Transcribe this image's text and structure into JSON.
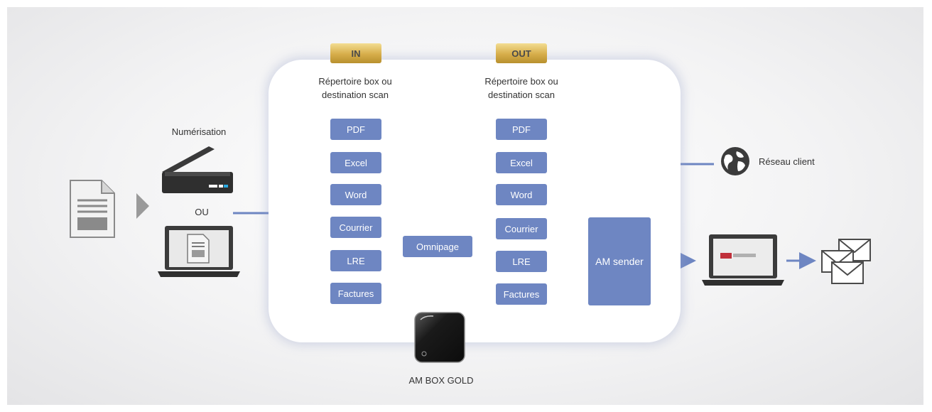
{
  "input": {
    "scan_label": "Numérisation",
    "or_label": "OU"
  },
  "panel": {
    "in_tag": "IN",
    "out_tag": "OUT",
    "in_caption_line1": "Répertoire box ou",
    "in_caption_line2": "destination scan",
    "out_caption_line1": "Répertoire box ou",
    "out_caption_line2": "destination scan",
    "in_items": [
      "PDF",
      "Excel",
      "Word",
      "Courrier",
      "LRE",
      "Factures"
    ],
    "out_items": [
      "PDF",
      "Excel",
      "Word",
      "Courrier",
      "LRE",
      "Factures"
    ],
    "processor": "Omnipage",
    "sender": "AM sender",
    "device_label": "AM BOX GOLD"
  },
  "network_label": "Réseau client",
  "colors": {
    "box": "#6e86c2",
    "arrow": "#6e86c2",
    "gold": "#d6ad4a"
  }
}
